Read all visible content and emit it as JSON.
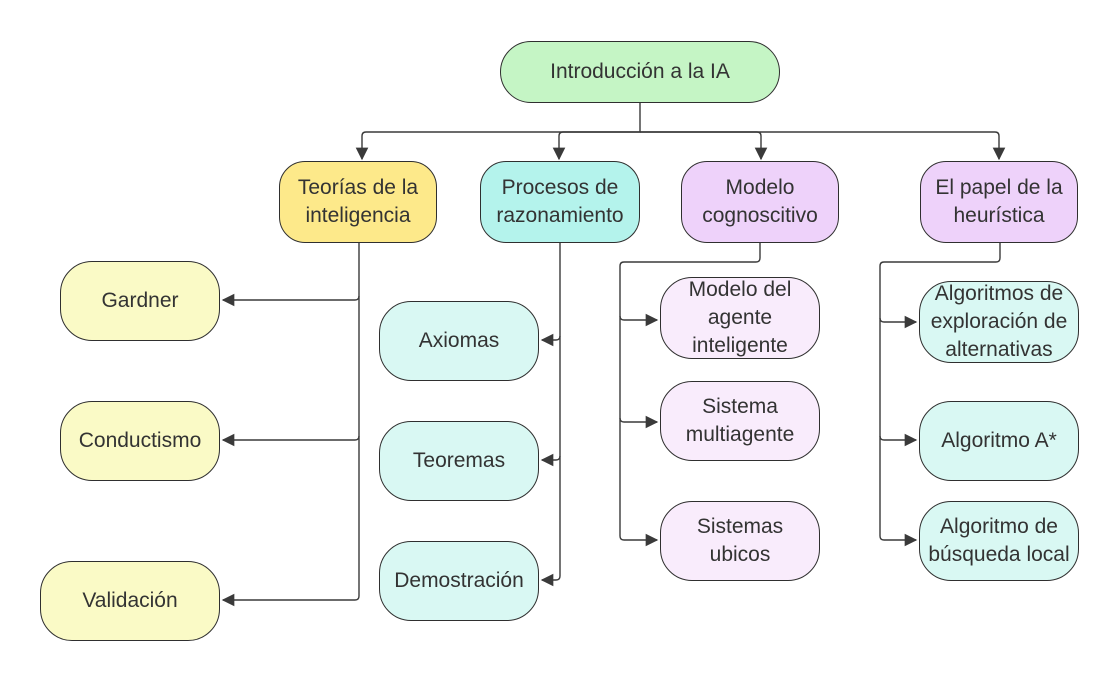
{
  "colors": {
    "root": "#c5f5c5",
    "teorias": "#fde98a",
    "teorias_child": "#fafac6",
    "procesos": "#b4f3ec",
    "procesos_child": "#d9f8f3",
    "modelo": "#eed2fa",
    "modelo_child": "#f9ecfc",
    "heuristica": "#eed2fa",
    "heuristica_child": "#d9f8f3",
    "line": "#3a3a3a"
  },
  "root": {
    "label": "Introducción a la IA"
  },
  "branches": [
    {
      "label": "Teorías de la\ninteligencia",
      "children": [
        "Gardner",
        "Conductismo",
        "Validación"
      ]
    },
    {
      "label": "Procesos de\nrazonamiento",
      "children": [
        "Axiomas",
        "Teoremas",
        "Demostración"
      ]
    },
    {
      "label": "Modelo\ncognoscitivo",
      "children": [
        "Modelo del\nagente\ninteligente",
        "Sistema\nmultiagente",
        "Sistemas\nubicos"
      ]
    },
    {
      "label": "El papel de la\nheurística",
      "children": [
        "Algoritmos de\nexploración de\nalternativas",
        "Algoritmo A*",
        "Algoritmo de\nbúsqueda local"
      ]
    }
  ]
}
